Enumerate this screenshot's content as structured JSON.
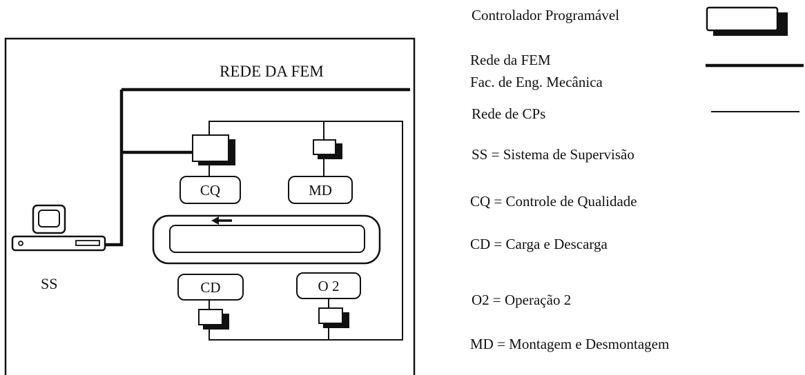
{
  "diagram": {
    "network_title": "REDE DA FEM",
    "supervision_label": "SS",
    "stations": {
      "cq": "CQ",
      "md": "MD",
      "cd": "CD",
      "o2": "O 2"
    }
  },
  "legend": {
    "plc": "Controlador Programável",
    "fem_line1": "Rede da FEM",
    "fem_line2": "Fac. de Eng. Mecânica",
    "cp_network": "Rede de CPs",
    "ss": "SS = Sistema de Supervisão",
    "cq": "CQ = Controle de Qualidade",
    "cd": "CD = Carga e Descarga",
    "o2": "O2 = Operação 2",
    "md": "MD = Montagem e Desmontagem"
  }
}
